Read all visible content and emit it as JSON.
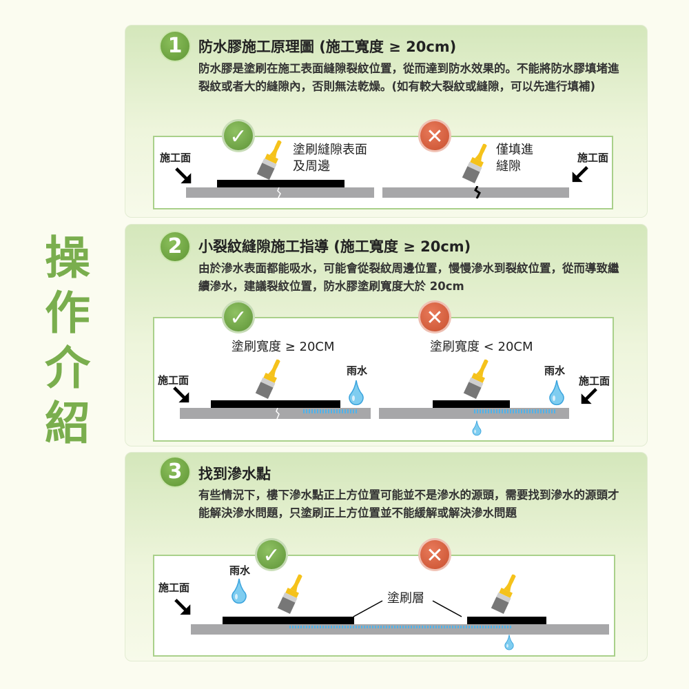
{
  "side_title": "操\n作\n介\n紹",
  "sections": [
    {
      "number": "1",
      "title": "防水膠施工原理圖 (施工寬度 ≥ 20cm)",
      "body": "防水膠是塗刷在施工表面縫隙裂紋位置，從而達到防水效果的。不能將防水膠填堵進裂紋或者大的縫隙內，否則無法乾燥。(如有較大裂紋或縫隙，可以先進行填補)",
      "good_label": "塗刷縫隙表面\n及周邊",
      "bad_label": "僅填進\n縫隙",
      "surface_left": "施工面",
      "surface_right": "施工面"
    },
    {
      "number": "2",
      "title": "小裂紋縫隙施工指導 (施工寬度 ≥ 20cm)",
      "body": "由於滲水表面都能吸水，可能會從裂紋周邊位置，慢慢滲水到裂紋位置，從而導致繼續滲水，建議裂紋位置，防水膠塗刷寬度大於 20cm",
      "good_label": "塗刷寬度 ≥ 20CM",
      "bad_label": "塗刷寬度 < 20CM",
      "rain_left": "雨水",
      "rain_right": "雨水",
      "surface_left": "施工面",
      "surface_right": "施工面"
    },
    {
      "number": "3",
      "title": "找到滲水點",
      "body": "有些情況下，樓下滲水點正上方位置可能並不是滲水的源頭，需要找到滲水的源頭才能解決滲水問題，只塗刷正上方位置並不能緩解或解決滲水問題",
      "rain": "雨水",
      "surface_left": "施工面",
      "coating_label": "塗刷層"
    }
  ],
  "marks": {
    "good": "✓",
    "bad": "✕"
  },
  "colors": {
    "green": "#7aae4e",
    "red": "#d2583a",
    "water": "#4fb2ea"
  }
}
